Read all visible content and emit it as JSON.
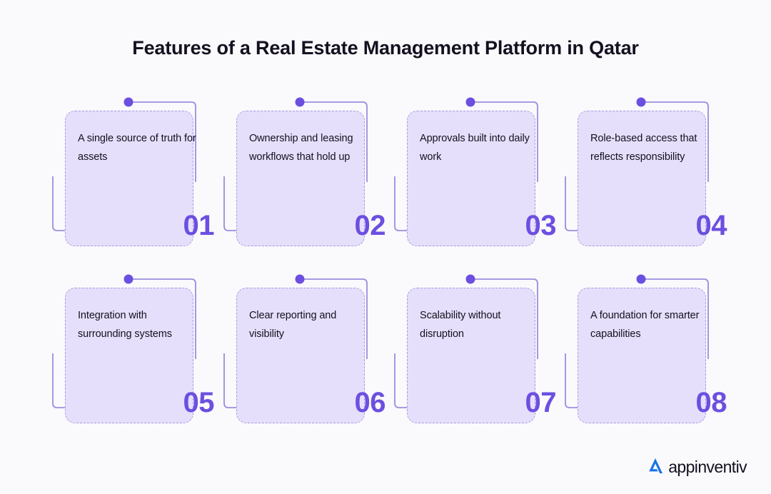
{
  "title": "Features of a Real Estate Management Platform in Qatar",
  "colors": {
    "page_background": "#faf9fc",
    "card_fill": "#e6dffb",
    "card_border": "#a99de0",
    "accent_purple": "#6c4fe0",
    "connector_line": "#9b8ede",
    "text_dark": "#14101f",
    "logo_blue": "#1a73e8"
  },
  "cards": [
    {
      "number": "01",
      "text": "A single source of truth for assets"
    },
    {
      "number": "02",
      "text": "Ownership and leasing workflows that hold up"
    },
    {
      "number": "03",
      "text": "Approvals built into daily work"
    },
    {
      "number": "04",
      "text": "Role-based access that reflects responsibility"
    },
    {
      "number": "05",
      "text": "Integration with surrounding systems"
    },
    {
      "number": "06",
      "text": "Clear reporting and visibility"
    },
    {
      "number": "07",
      "text": "Scalability without disruption"
    },
    {
      "number": "08",
      "text": "A foundation for smarter capabilities"
    }
  ],
  "icons": {
    "node_dot": "node-dot-icon",
    "double_chevron": "double-chevron-right-icon"
  },
  "logo": {
    "text": "appinventiv",
    "mark": "appinventiv-a-mark-icon"
  }
}
